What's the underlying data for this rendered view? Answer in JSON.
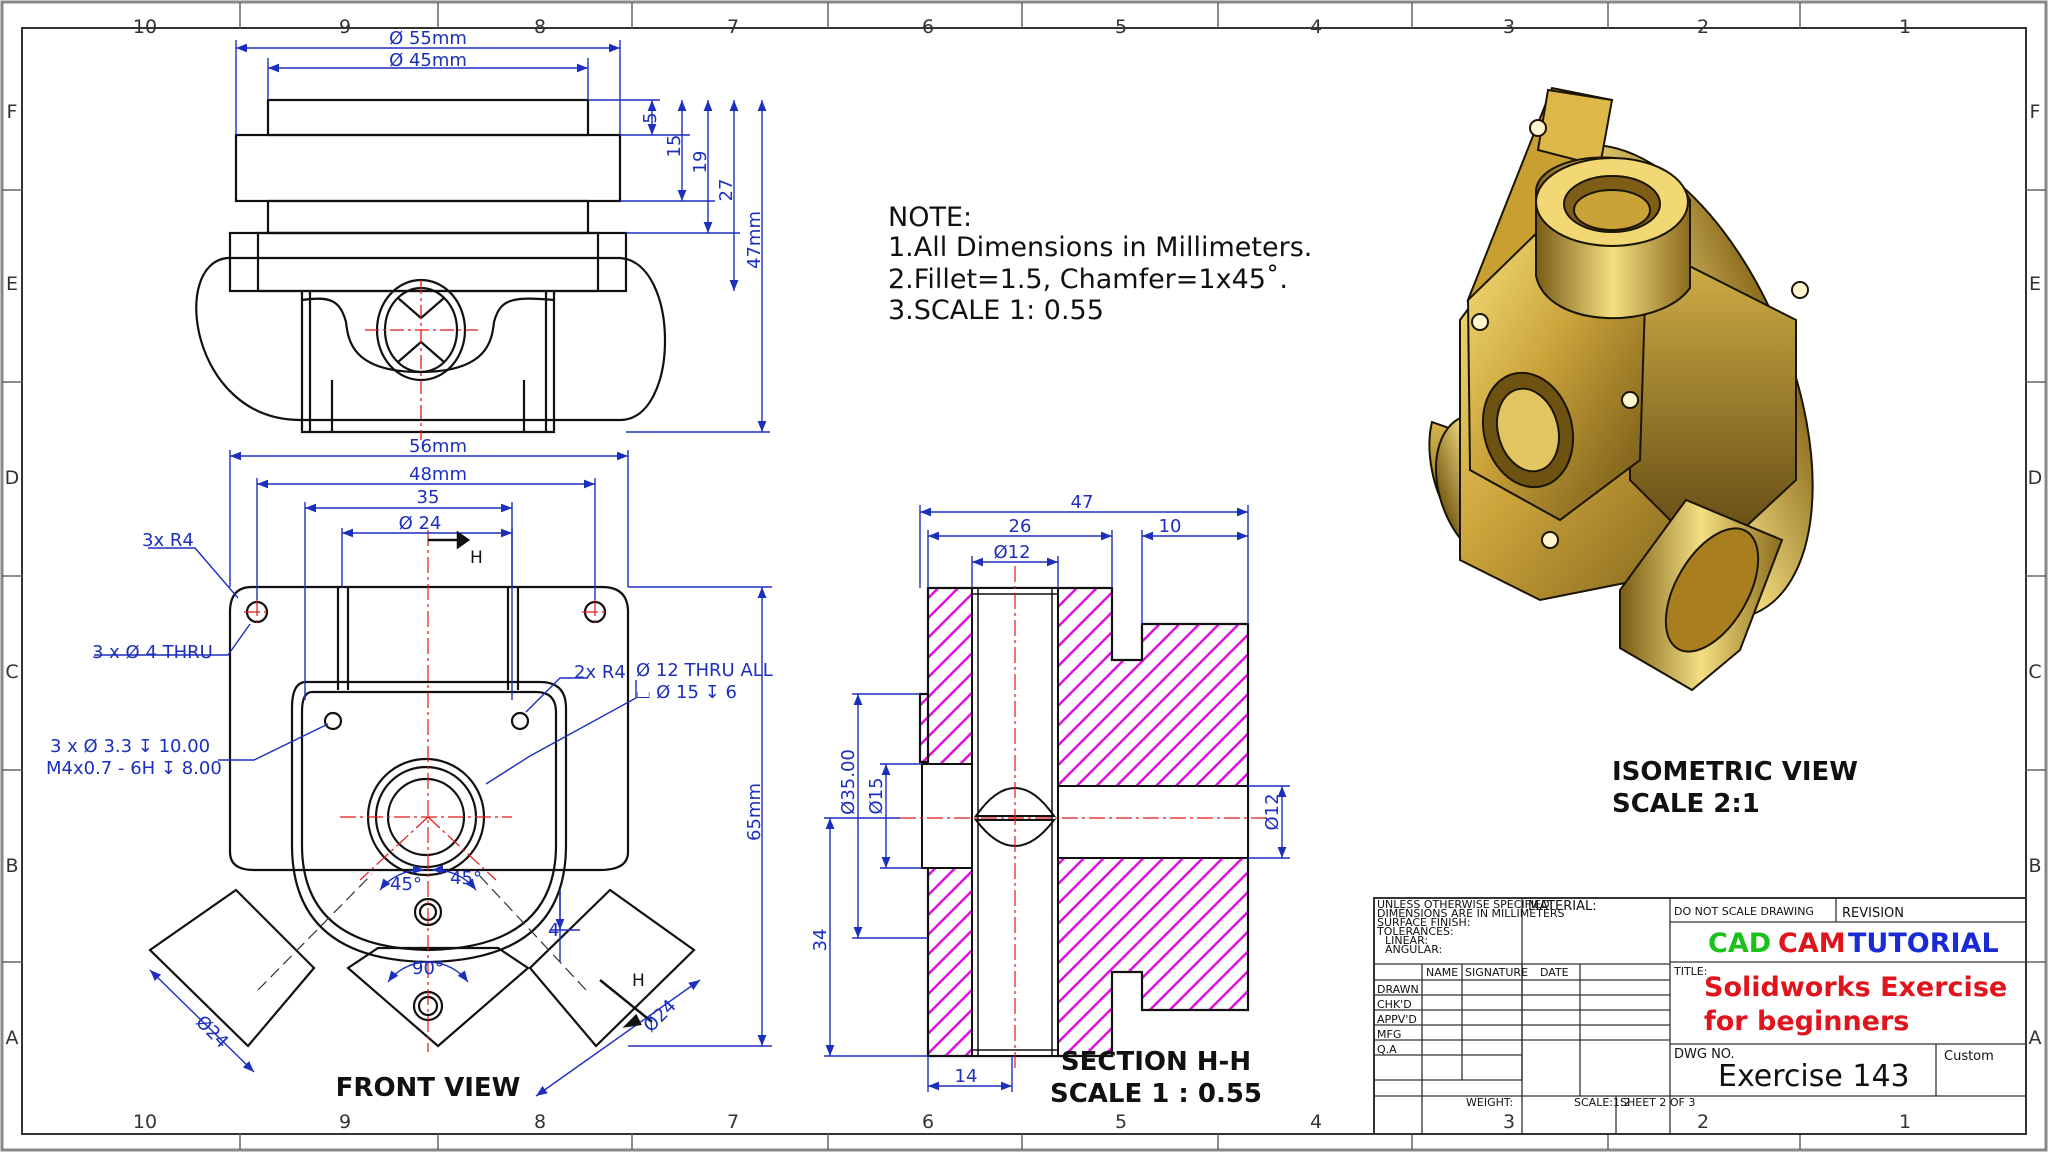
{
  "drawing": {
    "zones_top": [
      "10",
      "9",
      "8",
      "7",
      "6",
      "5",
      "4",
      "3",
      "2",
      "1"
    ],
    "zones_bottom": [
      "10",
      "9",
      "8",
      "7",
      "6",
      "5",
      "4",
      "3",
      "2",
      "1"
    ],
    "zones_left": [
      "F",
      "E",
      "D",
      "C",
      "B",
      "A"
    ],
    "zones_right": [
      "F",
      "E",
      "D",
      "C",
      "B",
      "A"
    ]
  },
  "notes": {
    "title": "NOTE:",
    "lines": [
      "1.All Dimensions in Millimeters.",
      "2.Fillet=1.5, Chamfer=1x45˚.",
      "3.SCALE 1: 0.55"
    ]
  },
  "top_view": {
    "dims": {
      "d55": "Ø 55mm",
      "d45": "Ø 45mm",
      "h5": "5",
      "h15": "15",
      "h19": "19",
      "h27": "27",
      "h47": "47mm"
    }
  },
  "front_view": {
    "label": "FRONT VIEW",
    "dims": {
      "w56": "56mm",
      "w48": "48mm",
      "w35": "35",
      "d24": "Ø 24",
      "r4x3": "3x R4",
      "thru": "3 x Ø 4 THRU",
      "r4x2": "2x R4",
      "tap1": "3 x Ø 3.3 ↧ 10.00",
      "tap2": "M4x0.7 - 6H ↧ 8.00",
      "cb1": "Ø 12 THRU ALL",
      "cb2": "⌴ Ø 15 ↧ 6",
      "h65": "65mm",
      "a45l": "45°",
      "a45r": "45°",
      "a90": "90°",
      "h4": "4",
      "d24l": "Ø24",
      "d24r": "Ø24",
      "sec": "H"
    }
  },
  "section_view": {
    "label1": "SECTION H-H",
    "label2": "SCALE 1 : 0.55",
    "dims": {
      "w47": "47",
      "w26": "26",
      "w10": "10",
      "d12t": "Ø12",
      "d35": "Ø35.00",
      "d15": "Ø15",
      "d12r": "Ø12",
      "h34": "34",
      "w14": "14"
    }
  },
  "iso_view": {
    "label1": "ISOMETRIC VIEW",
    "label2": "SCALE 2:1"
  },
  "title_block": {
    "spec": [
      "UNLESS OTHERWISE SPECIFIED:",
      "DIMENSIONS ARE IN MILLIMETERS",
      "SURFACE FINISH:",
      "TOLERANCES:",
      "LINEAR:",
      "ANGULAR:"
    ],
    "material": "MATERIAL:",
    "do_not_scale": "DO NOT SCALE DRAWING",
    "revision": "REVISION",
    "brand": {
      "cad": "CAD",
      "cam": "CAM",
      "tutorial": "TUTORIAL"
    },
    "brand_colors": {
      "cad": "#19c21a",
      "cam": "#e0141c",
      "tutorial": "#1a2bd6"
    },
    "title_label": "TITLE:",
    "title_line1": "Solidworks Exercise",
    "title_line2": "for beginners",
    "title_color": "#e0141c",
    "headers": [
      "NAME",
      "SIGNATURE",
      "DATE"
    ],
    "rows": [
      "DRAWN",
      "CHK'D",
      "APPV'D",
      "MFG",
      "Q.A"
    ],
    "dwg_no_label": "DWG NO.",
    "dwg_no": "Exercise 143",
    "custom": "Custom",
    "weight": "WEIGHT:",
    "scale": "SCALE:1:2",
    "sheet": "SHEET 2 OF 3"
  },
  "colors": {
    "dimension": "#1d2fbd",
    "hatch": "#e010e0",
    "centerline": "#e01818",
    "iso_metal": "#b8922a"
  }
}
